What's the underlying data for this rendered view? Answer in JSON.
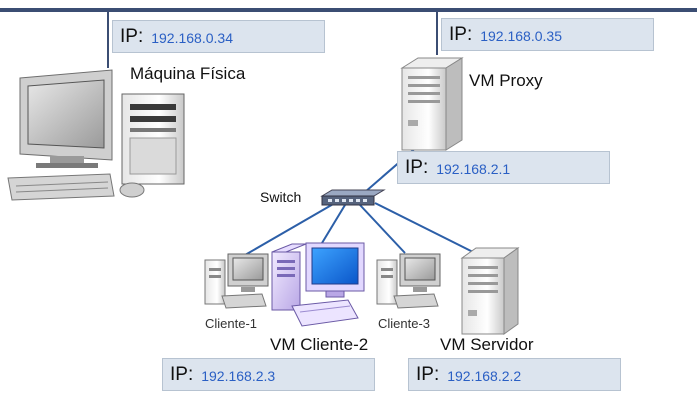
{
  "ip_prefix": "IP:",
  "nodes": {
    "physical": {
      "label": "Máquina Física",
      "ip": "192.168.0.34"
    },
    "proxy": {
      "label": "VM Proxy",
      "ip_external": "192.168.0.35",
      "ip_internal": "192.168.2.1"
    },
    "switch": {
      "label": "Switch"
    },
    "cliente1": {
      "label": "Cliente-1"
    },
    "cliente2": {
      "label": "VM Cliente-2",
      "ip": "192.168.2.3"
    },
    "cliente3": {
      "label": "Cliente-3"
    },
    "servidor": {
      "label": "VM Servidor",
      "ip": "192.168.2.2"
    }
  },
  "colors": {
    "backbone": "#3b4d73",
    "link": "#2c5fa8",
    "ip_box_fill": "#dce4ee",
    "ip_text": "#2a5fc4"
  }
}
